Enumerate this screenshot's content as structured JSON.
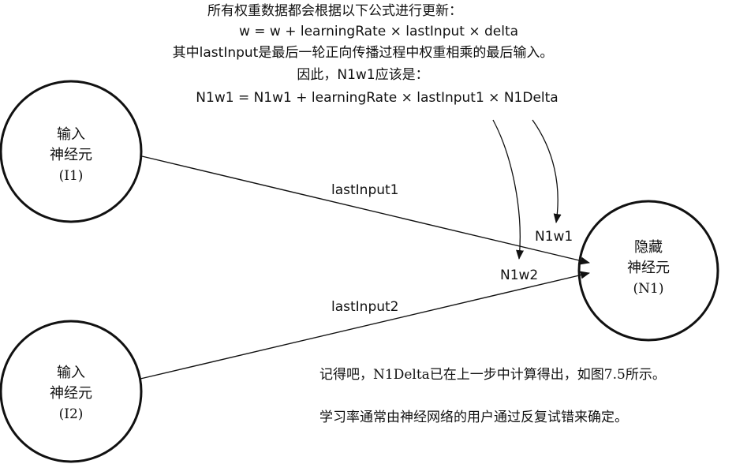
{
  "formula": {
    "line1": "所有权重数据都会根据以下公式进行更新：",
    "line2": "w = w + learningRate × lastInput × delta",
    "line3": "其中lastInput是最后一轮正向传播过程中权重相乘的最后输入。",
    "line4": "因此，N1w1应该是：",
    "line5": "N1w1 = N1w1 + learningRate × lastInput1 × N1Delta"
  },
  "neurons": {
    "input1": {
      "line1": "输入",
      "line2": "神经元",
      "id": "(I1)"
    },
    "input2": {
      "line1": "输入",
      "line2": "神经元",
      "id": "(I2)"
    },
    "hidden": {
      "line1": "隐藏",
      "line2": "神经元",
      "id": "(N1)"
    }
  },
  "edges": {
    "lastInput1": "lastInput1",
    "lastInput2": "lastInput2",
    "weight1": "N1w1",
    "weight2": "N1w2"
  },
  "notes": {
    "note1": "记得吧，N1Delta已在上一步中计算得出，如图7.5所示。",
    "note2": "学习率通常由神经网络的用户通过反复试错来确定。"
  },
  "colors": {
    "stroke": "#111111",
    "background": "#ffffff"
  }
}
